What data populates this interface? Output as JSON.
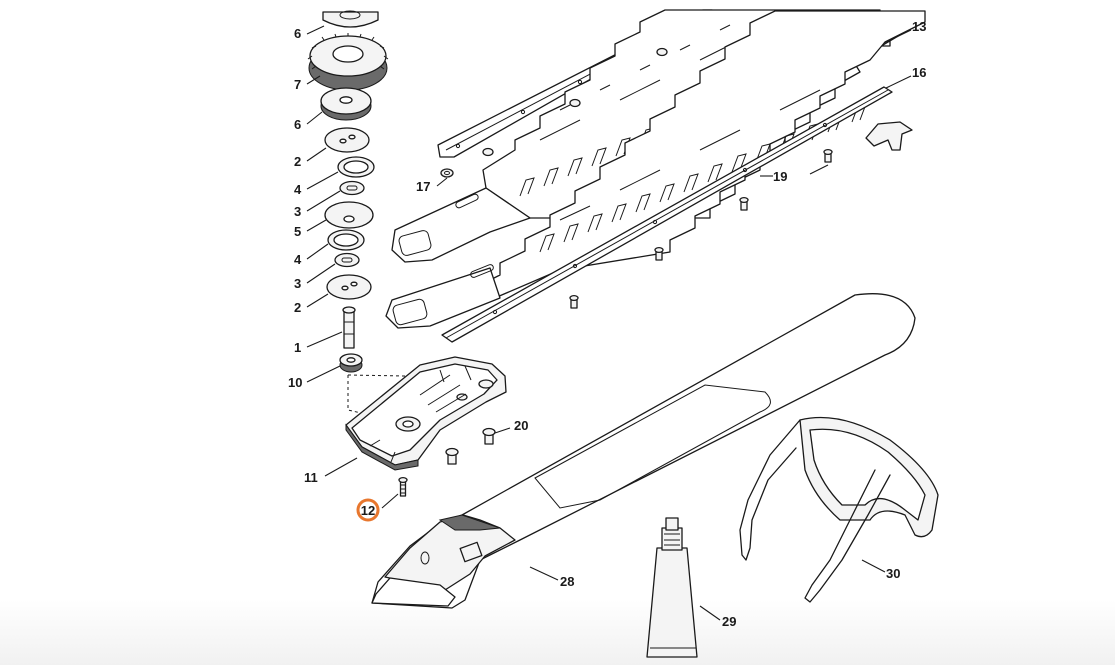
{
  "highlight_color": "#e8772e",
  "callouts": {
    "c1": "1",
    "c2a": "2",
    "c2b": "2",
    "c3a": "3",
    "c3b": "3",
    "c4a": "4",
    "c4b": "4",
    "c5": "5",
    "c6a": "6",
    "c6b": "6",
    "c7": "7",
    "c10": "10",
    "c11": "11",
    "c12": "12",
    "c13": "13",
    "c16": "16",
    "c17": "17",
    "c19": "19",
    "c20": "20",
    "c28": "28",
    "c29": "29",
    "c30": "30"
  }
}
